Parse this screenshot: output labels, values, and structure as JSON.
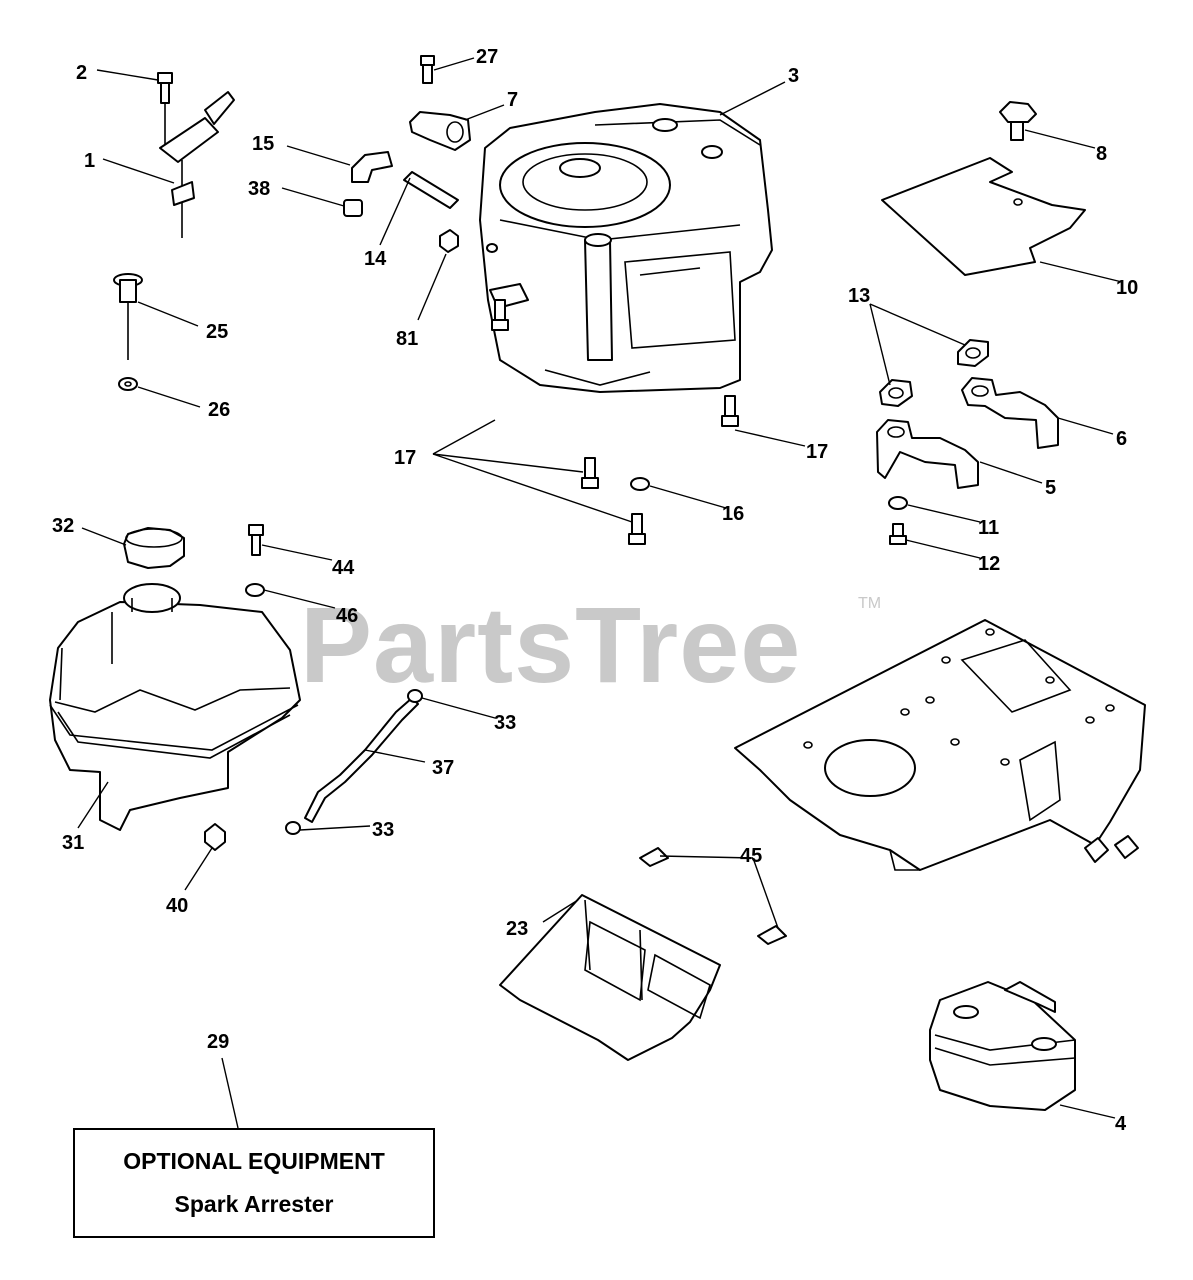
{
  "watermark": {
    "brand": "PartsTree",
    "trademark": "TM"
  },
  "callouts": {
    "c1": "1",
    "c2": "2",
    "c3": "3",
    "c4": "4",
    "c5": "5",
    "c6": "6",
    "c7": "7",
    "c8": "8",
    "c10": "10",
    "c11": "11",
    "c12": "12",
    "c13": "13",
    "c14": "14",
    "c15": "15",
    "c16": "16",
    "c17a": "17",
    "c17b": "17",
    "c23": "23",
    "c25": "25",
    "c26": "26",
    "c27": "27",
    "c29": "29",
    "c31": "31",
    "c32": "32",
    "c33a": "33",
    "c33b": "33",
    "c37": "37",
    "c38": "38",
    "c40": "40",
    "c44": "44",
    "c45": "45",
    "c46": "46",
    "c81": "81"
  },
  "optional_box": {
    "title": "OPTIONAL EQUIPMENT",
    "subtitle": "Spark Arrester"
  }
}
